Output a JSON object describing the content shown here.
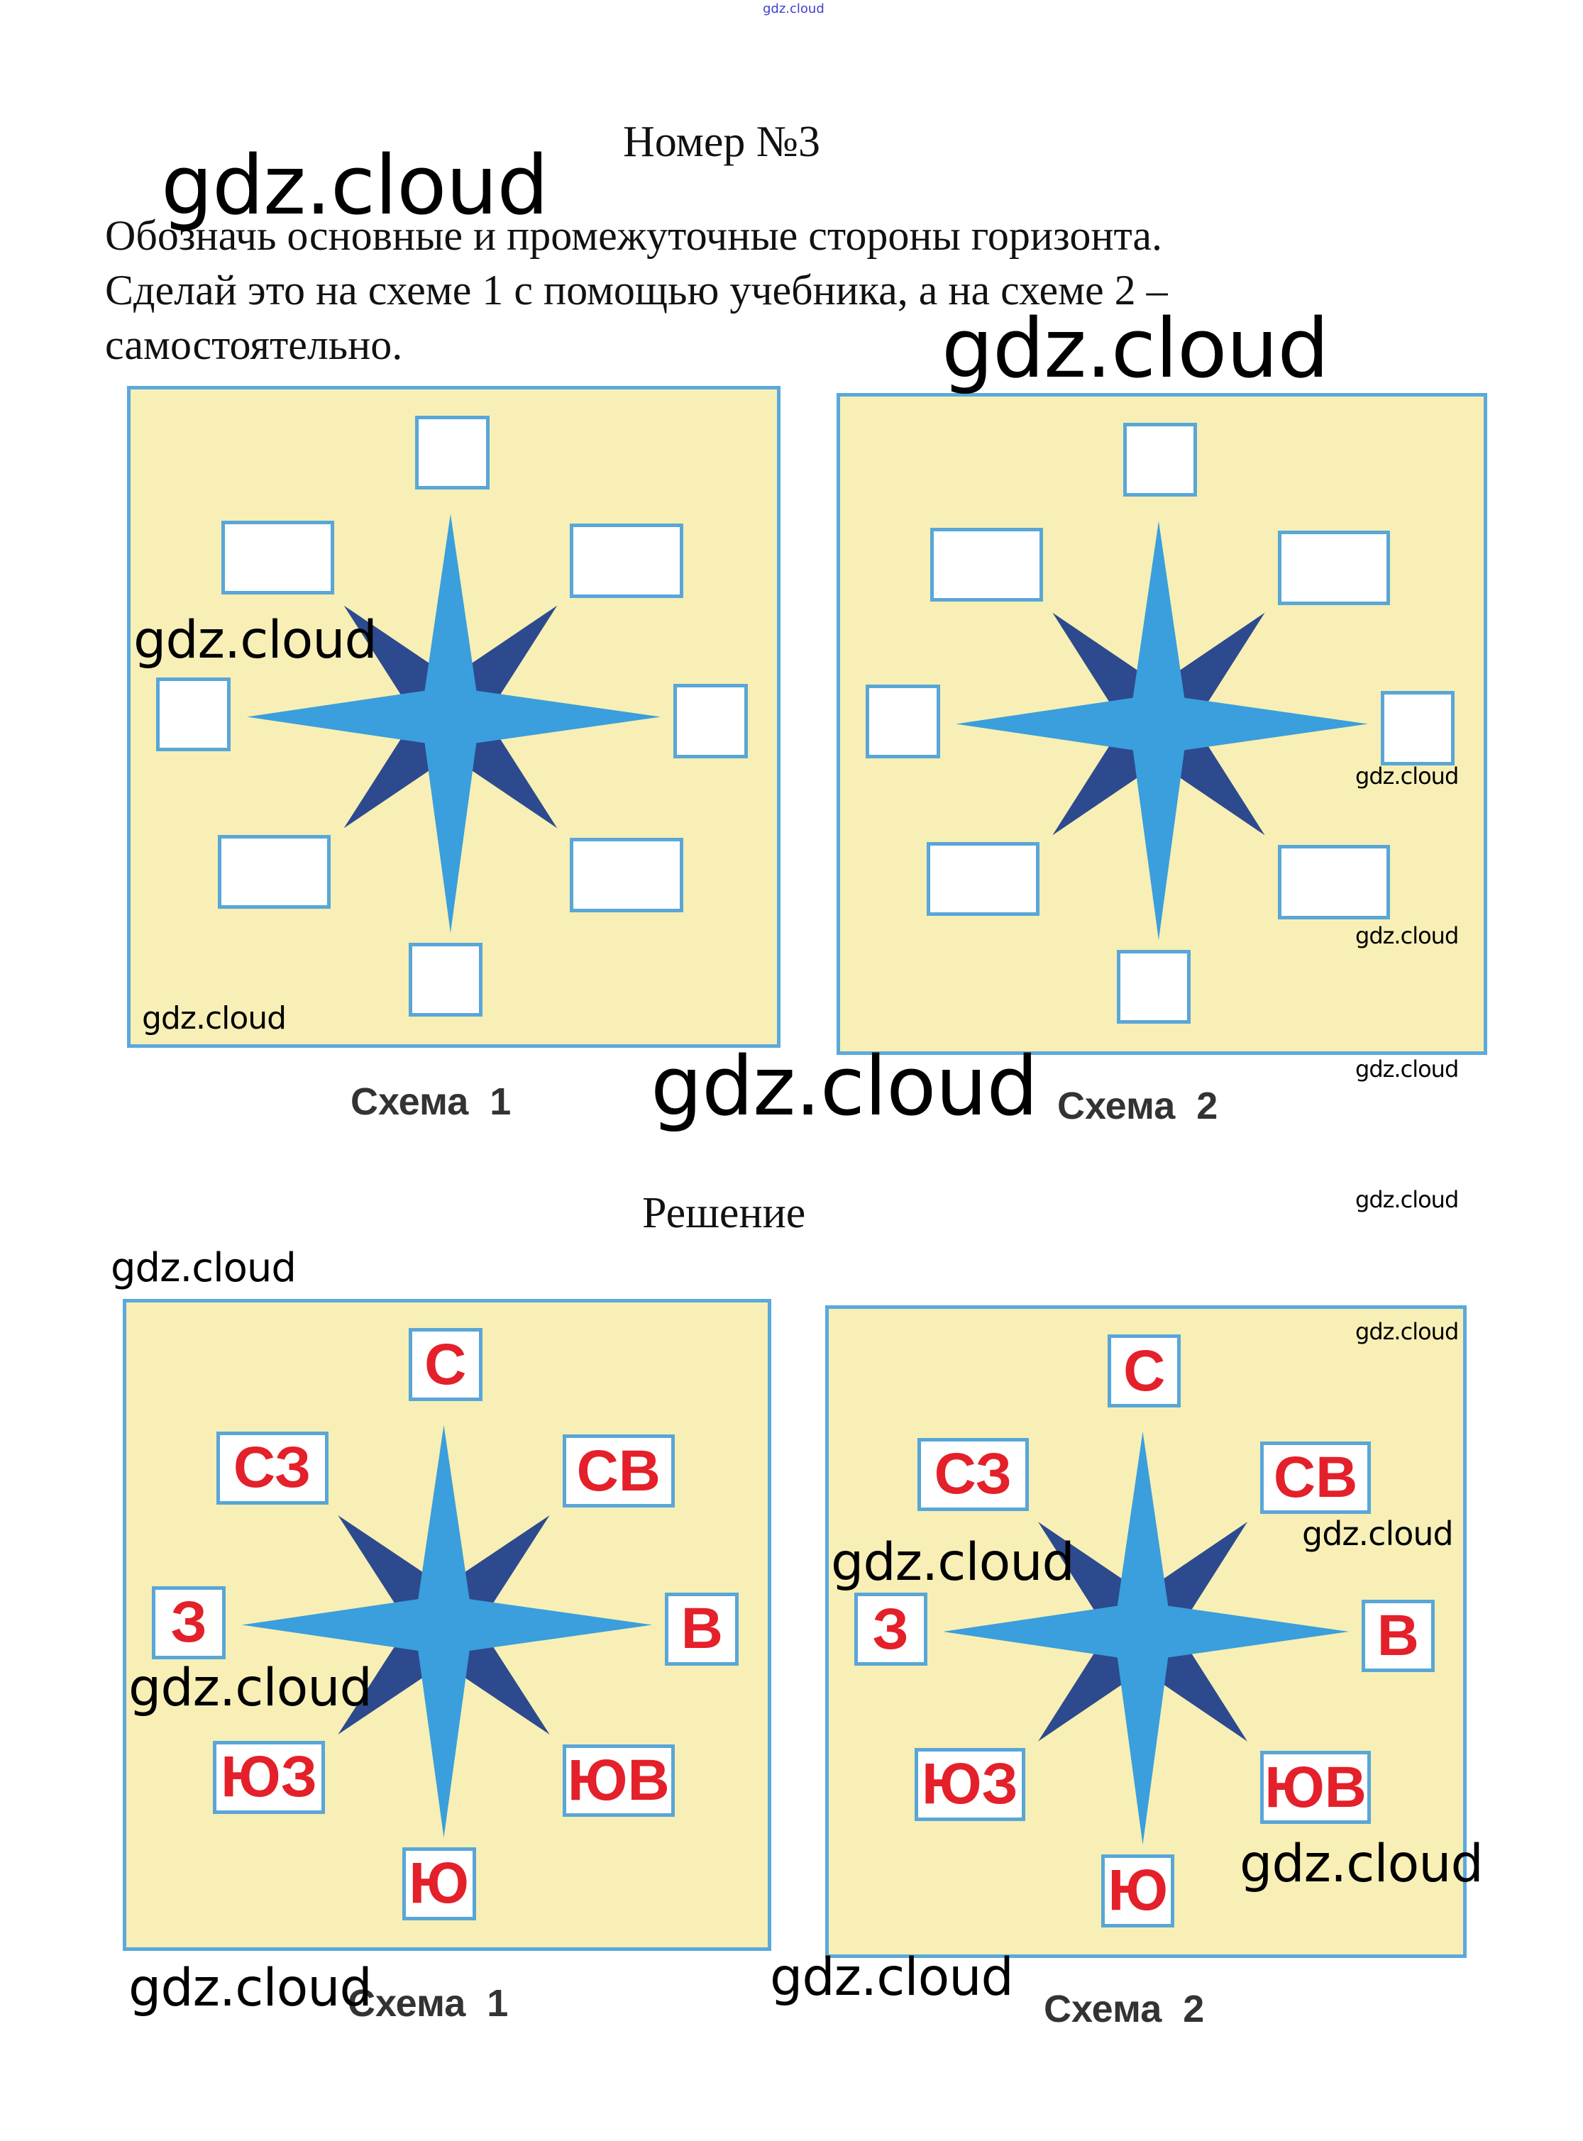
{
  "top_watermark": "gdz.cloud",
  "title": "Номер №3",
  "task_lines": [
    "Обозначь основные и промежуточные стороны горизонта.",
    "Сделай это на схеме 1 с помощью учебника, а на схеме 2 –",
    "самостоятельно."
  ],
  "solution_heading": "Решение",
  "watermark": "gdz.cloud",
  "schemes": [
    {
      "caption": "Схема  1",
      "labels": [
        "",
        "",
        "",
        "",
        "",
        "",
        "",
        ""
      ]
    },
    {
      "caption": "Схема  2",
      "labels": [
        "",
        "",
        "",
        "",
        "",
        "",
        "",
        ""
      ]
    },
    {
      "caption": "Схема  1",
      "labels": [
        "С",
        "СВ",
        "В",
        "ЮВ",
        "Ю",
        "ЮЗ",
        "З",
        "СЗ"
      ]
    },
    {
      "caption": "Схема  2",
      "labels": [
        "С",
        "СВ",
        "В",
        "ЮВ",
        "Ю",
        "ЮЗ",
        "З",
        "СЗ"
      ]
    }
  ],
  "colors": {
    "background": "#f7efb5",
    "border": "#5aa9dc",
    "star_light": "#3a9fdc",
    "star_dark": "#2d4a8e",
    "label_red": "#e4202a"
  }
}
